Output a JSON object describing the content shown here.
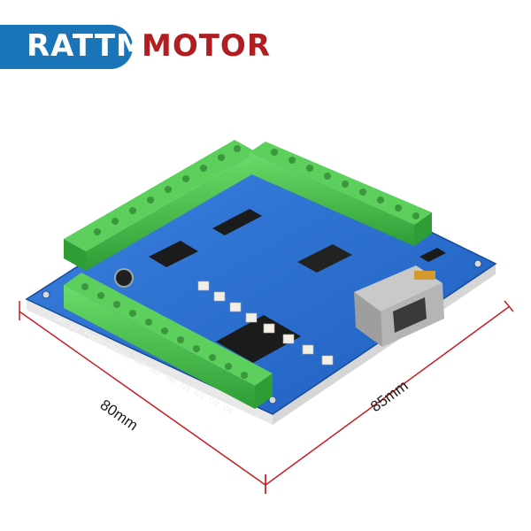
{
  "logo": {
    "brand": "RATTM",
    "motor": "MOTOR"
  },
  "dimensions": {
    "width": "80mm",
    "depth": "85mm"
  },
  "pin_labels": [
    "0V",
    "5V",
    "PWM",
    "COM",
    "IN1",
    "IN2",
    "IN3",
    "IN4",
    "O1",
    "O2",
    "O3",
    "O4"
  ],
  "colors": {
    "brand_blue": "#1a74b8",
    "brand_red": "#b01e22",
    "pcb": "#2a6fd1",
    "terminal": "#46c24a",
    "dimension_line": "#c81e24"
  }
}
